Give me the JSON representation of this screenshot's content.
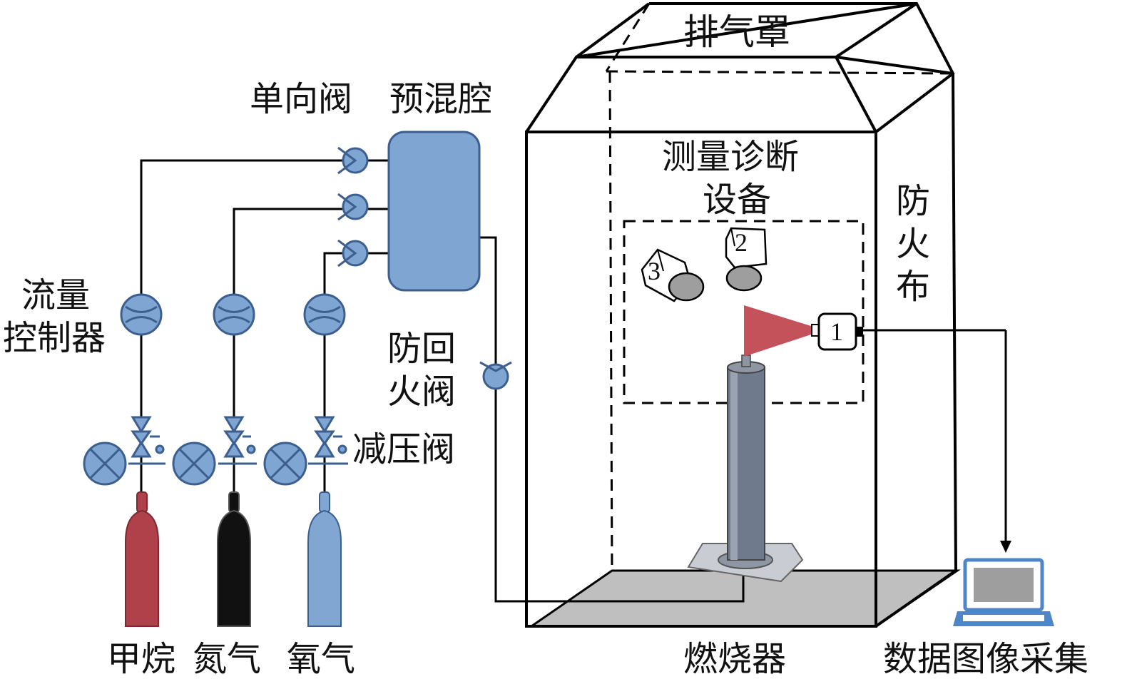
{
  "labels": {
    "exhaust_hood": "排气罩",
    "check_valve": "单向阀",
    "premix_chamber": "预混腔",
    "flow_controller_line1": "流量",
    "flow_controller_line2": "控制器",
    "flashback_valve_line1": "防回",
    "flashback_valve_line2": "火阀",
    "pressure_reducing_valve": "减压阀",
    "measurement_line1": "测量诊断",
    "measurement_line2": "设备",
    "fire_cloth_1": "防",
    "fire_cloth_2": "火",
    "fire_cloth_3": "布",
    "burner": "燃烧器",
    "data_acquisition": "数据图像采集"
  },
  "gases": [
    {
      "label": "甲烷",
      "color": "#b0414a"
    },
    {
      "label": "氮气",
      "color": "#111111"
    },
    {
      "label": "氧气",
      "color": "#82a6d2"
    }
  ],
  "devices": {
    "device_1": "1",
    "device_2": "2",
    "device_3": "3"
  },
  "colors": {
    "component_fill": "#7fa5d2",
    "component_stroke": "#3d5f8f",
    "laser_sheet": "#c4525a",
    "floor": "#bfbfbf",
    "burner_body": "#6f7a8c",
    "laptop_frame": "#4f86c8"
  }
}
